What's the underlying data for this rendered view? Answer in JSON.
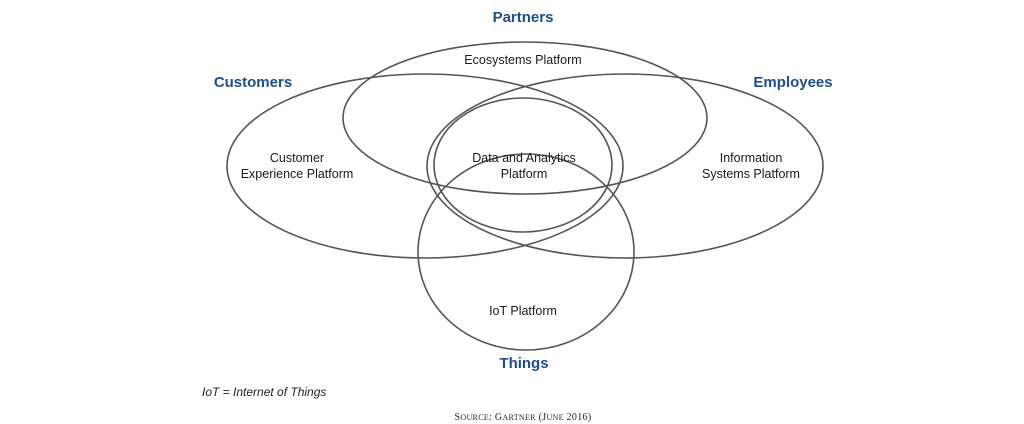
{
  "stakeholders": {
    "partners": "Partners",
    "customers": "Customers",
    "employees": "Employees",
    "things": "Things"
  },
  "platforms": {
    "ecosystems": [
      "Ecosystems Platform"
    ],
    "customer_experience": [
      "Customer",
      "Experience Platform"
    ],
    "data_analytics": [
      "Data and Analytics",
      "Platform"
    ],
    "information_systems": [
      "Information",
      "Systems Platform"
    ],
    "iot": [
      "IoT Platform"
    ]
  },
  "footnote": "IoT = Internet of Things",
  "source": "Source: Gartner (June 2016)",
  "colors": {
    "stakeholder_label": "#1f4e8c",
    "outline": "#555555"
  }
}
